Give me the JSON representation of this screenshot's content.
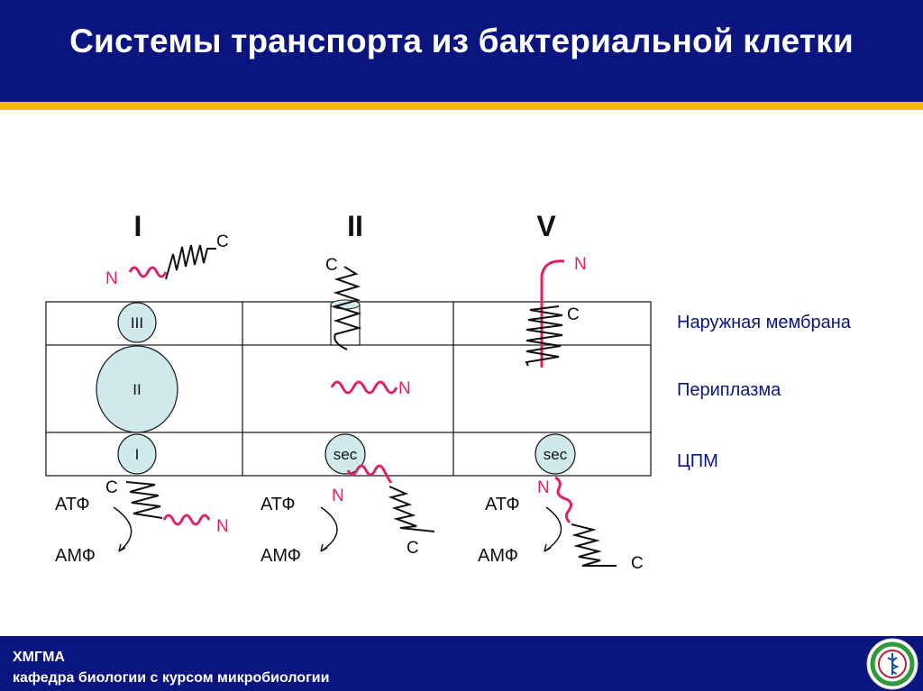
{
  "title": "Системы транспорта из бактериальной клетки",
  "systems": [
    {
      "numeral": "I"
    },
    {
      "numeral": "II"
    },
    {
      "numeral": "V"
    }
  ],
  "components": {
    "outer": "III",
    "peri": "II",
    "inner": "I",
    "sec_1": "sec",
    "sec_2": "sec"
  },
  "termini": {
    "n": "N",
    "c": "C"
  },
  "energy": {
    "atp": "АТФ",
    "amp": "АМФ"
  },
  "layers": {
    "outer_membrane": "Наружная мембрана",
    "periplasm": "Периплазма",
    "cpm": "ЦПМ"
  },
  "footer": {
    "org": "ХМГМА",
    "dept": "кафедра биологии с курсом микробиологии"
  },
  "colors": {
    "header": "#0a1580",
    "stripe": "#f2b619",
    "protein_fill": "#cfe9ec",
    "n_terminus": "#e0206a",
    "c_terminus": "#111111"
  }
}
